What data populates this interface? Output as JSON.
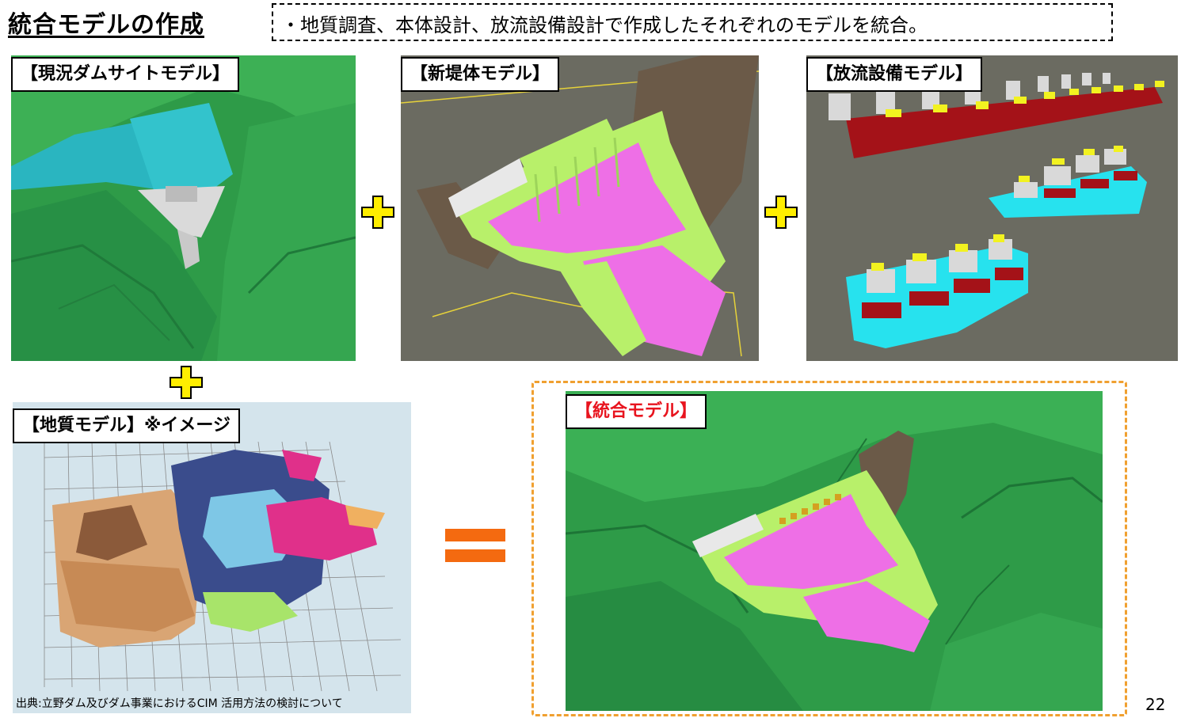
{
  "slide": {
    "title": "統合モデルの作成",
    "summary": "・地質調査、本体設計、放流設備設計で作成したそれぞれのモデルを統合。",
    "page_number": "22",
    "source": "出典:立野ダム及びダム事業におけるCIM 活用方法の検討について"
  },
  "panels": {
    "current_site": {
      "label": "【現況ダムサイトモデル】"
    },
    "new_dam_body": {
      "label": "【新堤体モデル】"
    },
    "discharge": {
      "label": "【放流設備モデル】"
    },
    "geology": {
      "label": "【地質モデル】※イメージ"
    },
    "integrated": {
      "label": "【統合モデル】"
    }
  },
  "colors": {
    "terrain_green": "#2fa04a",
    "water_teal": "#2ab5c0",
    "concrete_white": "#e8e8e8",
    "structure_magenta": "#ee6fe6",
    "structure_lime": "#b8f06a",
    "rock_brown": "#6b5a48",
    "gate_red": "#a41218",
    "gate_yellow": "#f2f220",
    "base_cyan": "#27e2ee",
    "plus_yellow": "#ffee00",
    "equals_orange": "#f46a10",
    "frame_orange": "#f0a030",
    "label_red": "#e8141e",
    "viewport_gray": "#6b6b61"
  }
}
